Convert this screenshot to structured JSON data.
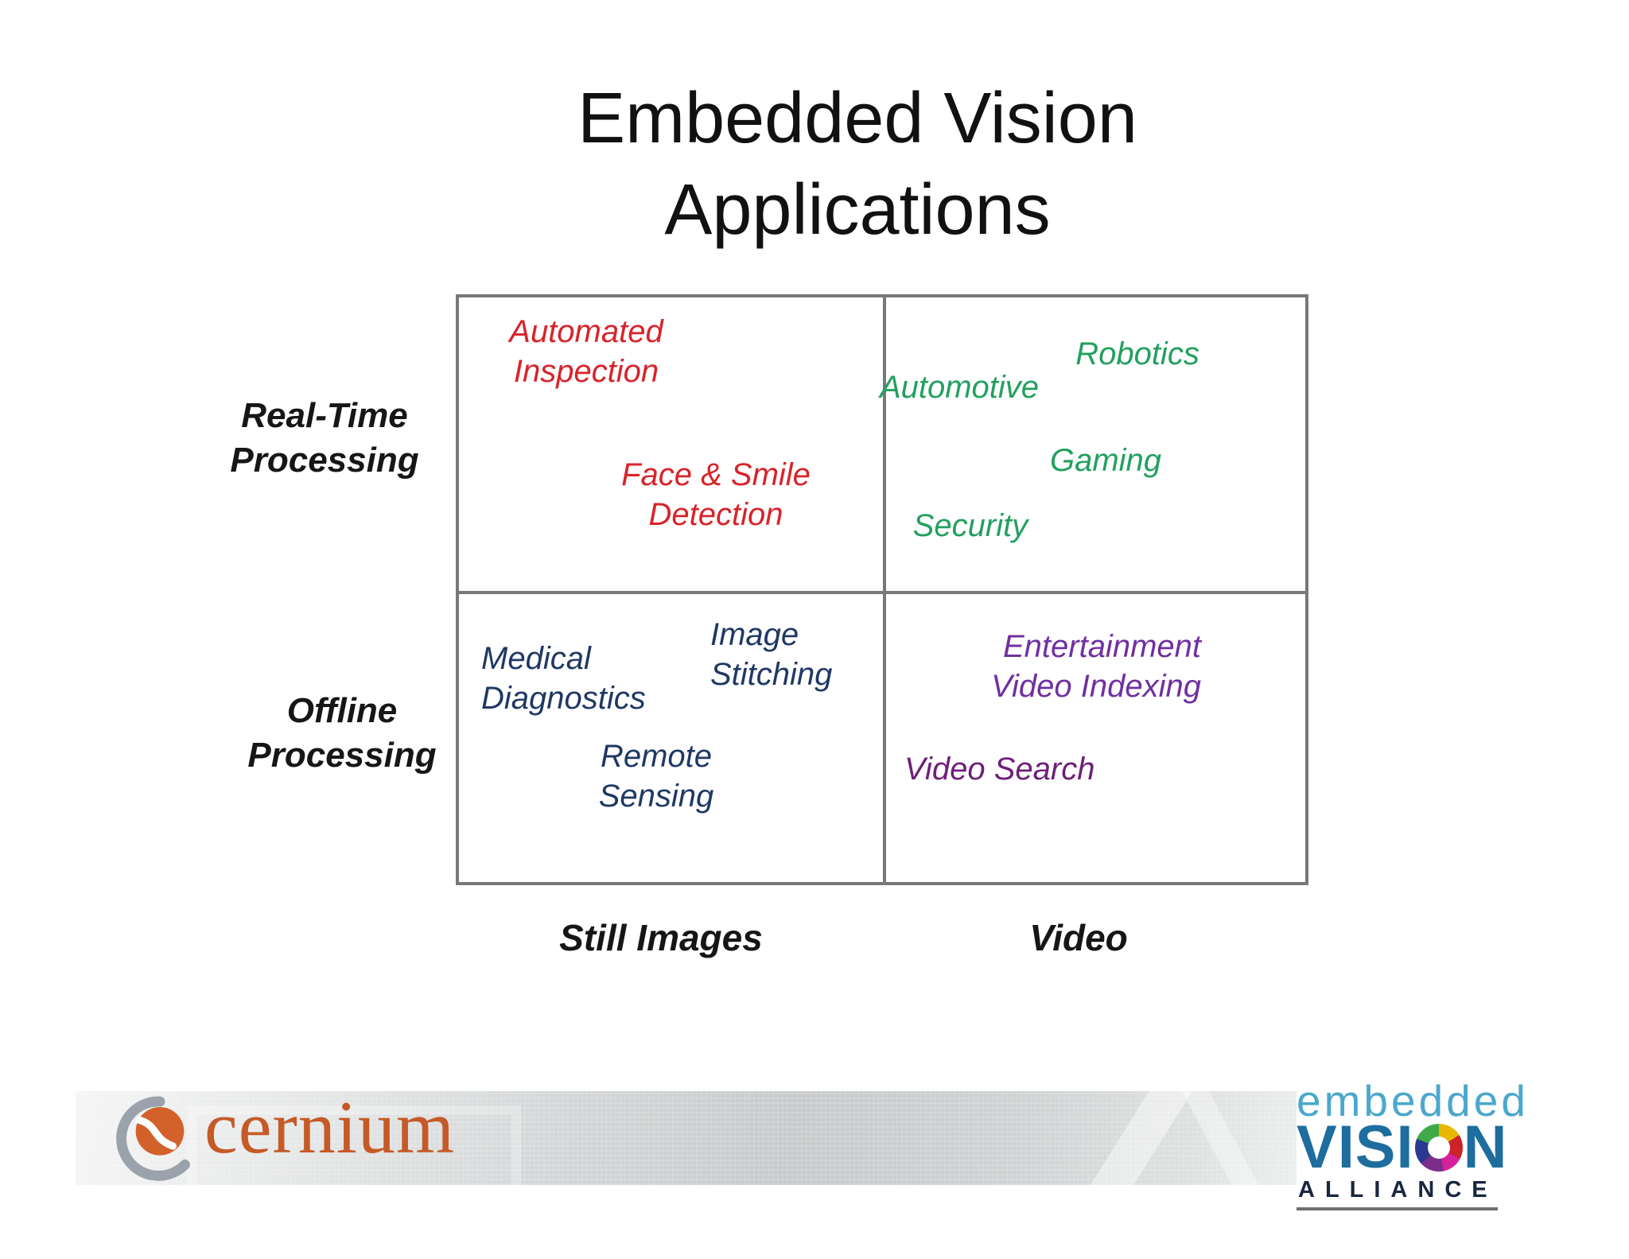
{
  "slide": {
    "title_line1": "Embedded Vision",
    "title_line2": "Applications",
    "axes": {
      "row_top": "Real-Time\nProcessing",
      "row_bottom": "Offline\nProcessing",
      "col_left": "Still Images",
      "col_right": "Video"
    },
    "quadrants": {
      "real_time_still_images": {
        "text_color": "#d8232a",
        "items": [
          "Automated\nInspection",
          "Face & Smile\nDetection"
        ]
      },
      "real_time_video": {
        "text_color": "#22a05f",
        "items": [
          "Robotics",
          "Automotive",
          "Gaming",
          "Security"
        ]
      },
      "offline_still_images": {
        "text_color": "#1f3864",
        "items": [
          "Medical\nDiagnostics",
          "Image\nStitching",
          "Remote\nSensing"
        ]
      },
      "offline_video": {
        "text_color": "#7030a0",
        "items": [
          "Entertainment\nVideo Indexing",
          "Video Search"
        ]
      }
    },
    "grid_line_color": "#787878"
  },
  "footer": {
    "cernium": {
      "logo_text": "cernium",
      "text_color": "#c55a28"
    },
    "eva": {
      "line1": "embedded",
      "vision_pre": "VISI",
      "vision_post": "N",
      "line3": "ALLIANCE",
      "embedded_color": "#4ba8cc",
      "vision_color": "#1d6d9e",
      "alliance_color": "#19273f"
    }
  }
}
